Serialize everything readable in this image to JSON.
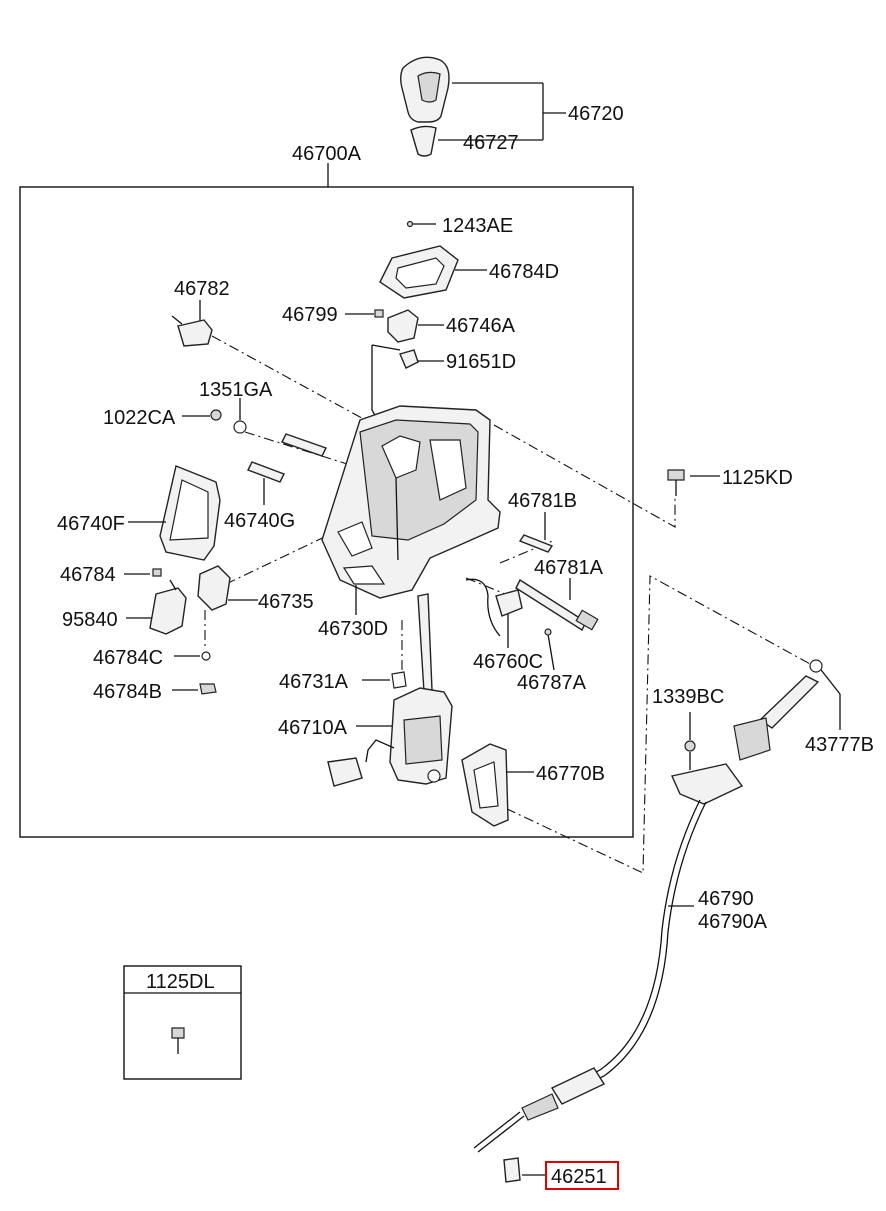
{
  "diagram": {
    "part_labels": {
      "p46720": "46720",
      "p46727": "46727",
      "p46700A": "46700A",
      "p1243AE": "1243AE",
      "p46784D": "46784D",
      "p46782": "46782",
      "p46799": "46799",
      "p46746A": "46746A",
      "p91651D": "91651D",
      "p1351GA": "1351GA",
      "p1022CA": "1022CA",
      "p1125KD": "1125KD",
      "p46781B": "46781B",
      "p46740F": "46740F",
      "p46740G": "46740G",
      "p46781A": "46781A",
      "p46784": "46784",
      "p46735": "46735",
      "p95840": "95840",
      "p46730D": "46730D",
      "p46760C": "46760C",
      "p46784C": "46784C",
      "p46787A": "46787A",
      "p46731A": "46731A",
      "p46784B": "46784B",
      "p1339BC": "1339BC",
      "p43777B": "43777B",
      "p46710A": "46710A",
      "p46770B": "46770B",
      "p46790": "46790",
      "p46790A": "46790A",
      "p1125DL": "1125DL",
      "p46251": "46251"
    },
    "highlight_color": "#e00000"
  }
}
